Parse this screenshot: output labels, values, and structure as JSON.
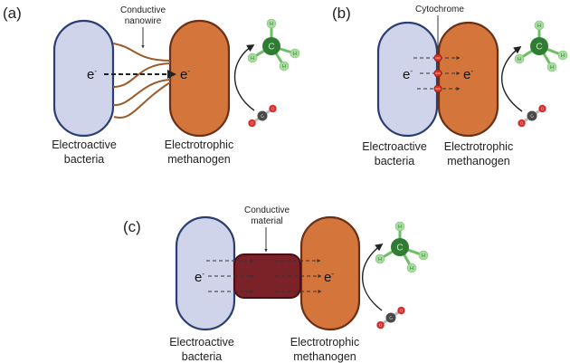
{
  "figure": {
    "colors": {
      "electroactive_fill": "#cfd4ea",
      "electroactive_stroke": "#2c3e70",
      "methanogen_fill": "#d4763b",
      "methanogen_stroke": "#6b2f16",
      "nanowire": "#9a5a2a",
      "conductive_material_fill": "#7b2228",
      "conductive_material_stroke": "#4a0f12",
      "cytochrome": "#e0301e",
      "methane_carbon": "#2e7d32",
      "methane_hydrogen": "#a8dba0",
      "co2_carbon": "#4a4a4a",
      "co2_oxygen": "#d32f2f",
      "arrow": "#222222"
    },
    "panels": [
      {
        "label": "(a)",
        "callout": [
          "Conductive",
          "nanowire"
        ],
        "donor": {
          "electron": "e",
          "caption": [
            "Electroactive",
            "bacteria"
          ]
        },
        "acceptor": {
          "electron": "e",
          "caption": [
            "Electrotrophic",
            "methanogen"
          ]
        }
      },
      {
        "label": "(b)",
        "callout": [
          "Cytochrome"
        ],
        "donor": {
          "electron": "e",
          "caption": [
            "Electroactive",
            "bacteria"
          ]
        },
        "acceptor": {
          "electron": "e",
          "caption": [
            "Electrotrophic",
            "methanogen"
          ]
        }
      },
      {
        "label": "(c)",
        "callout": [
          "Conductive",
          "material"
        ],
        "donor": {
          "electron": "e",
          "caption": [
            "Electroactive",
            "bacteria"
          ]
        },
        "acceptor": {
          "electron": "e",
          "caption": [
            "Electrotrophic",
            "methanogen"
          ]
        }
      }
    ],
    "electron_superscript": "-",
    "methane": {
      "carbon": "C",
      "hydrogen": "H"
    },
    "co2": {
      "carbon": "C",
      "oxygen": "O"
    }
  }
}
